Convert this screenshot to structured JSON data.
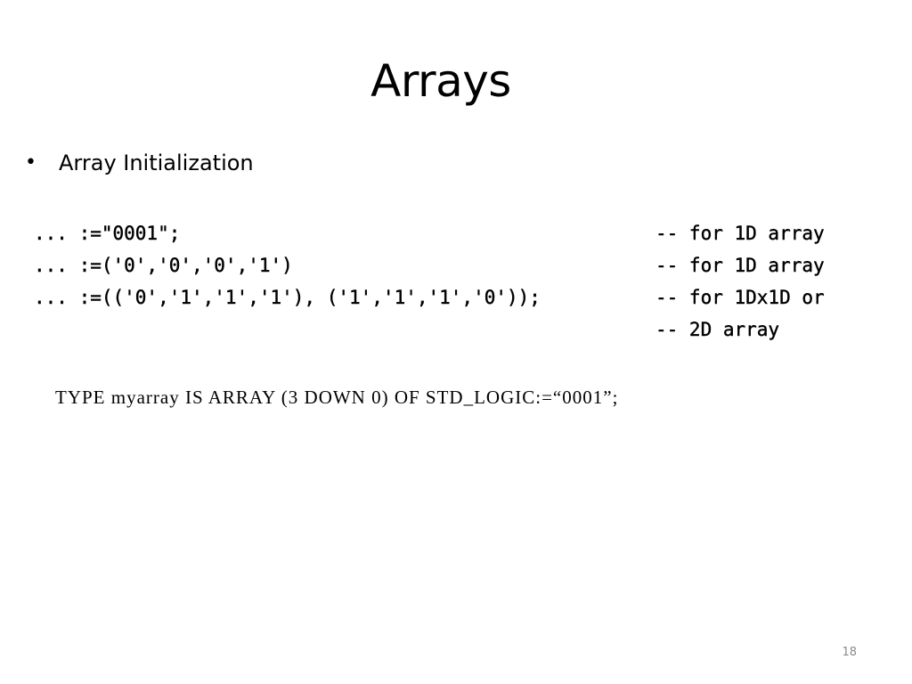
{
  "slide": {
    "title": "Arrays",
    "bullet": {
      "symbol": "•",
      "text": "Array Initialization"
    },
    "code_lines": [
      {
        "code": "... :=\"0001\";",
        "comment": "-- for 1D array"
      },
      {
        "code": "... :=('0','0','0','1')",
        "comment": "-- for 1D array"
      },
      {
        "code": "... :=(('0','1','1','1'), ('1','1','1','0'));",
        "comment": "-- for 1Dx1D or"
      },
      {
        "code": "",
        "comment": "-- 2D array"
      }
    ],
    "type_declaration": "TYPE myarray IS ARRAY (3 DOWN 0) OF STD_LOGIC:=“0001”;",
    "page_number": "18"
  }
}
